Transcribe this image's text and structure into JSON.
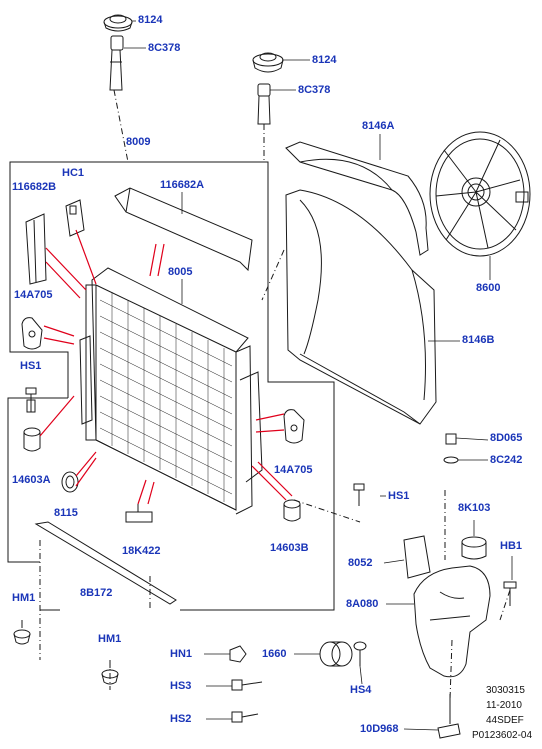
{
  "diagram": {
    "callouts": {
      "c8124a": "8124",
      "c8C378a": "8C378",
      "c8124b": "8124",
      "c8C378b": "8C378",
      "c8009": "8009",
      "c8146A": "8146A",
      "cHC1": "HC1",
      "c116682B": "116682B",
      "c116682A": "116682A",
      "c8005": "8005",
      "c14A705a": "14A705",
      "c8600": "8600",
      "c8146B": "8146B",
      "cHS1a": "HS1",
      "c14603Aa": "14603A",
      "c8D065": "8D065",
      "c8C242": "8C242",
      "c14A705b": "14A705",
      "cHS1b": "HS1",
      "c8115": "8115",
      "c8K103": "8K103",
      "c14603B": "14603B",
      "c18K422": "18K422",
      "cHB1": "HB1",
      "c8052": "8052",
      "c8B172": "8B172",
      "cHM1a": "HM1",
      "c8A080": "8A080",
      "cHM1b": "HM1",
      "cHN1": "HN1",
      "c1660": "1660",
      "cHS3": "HS3",
      "cHS4": "HS4",
      "cHS2": "HS2",
      "c10D968": "10D968"
    },
    "footer": {
      "code1": "3030315",
      "date": "11-2010",
      "model": "44SDEF",
      "ref": "P0123602-04"
    }
  },
  "colors": {
    "callout": "#1a35b8",
    "leader_red": "#e0001b",
    "line": "#1a1a1a"
  }
}
